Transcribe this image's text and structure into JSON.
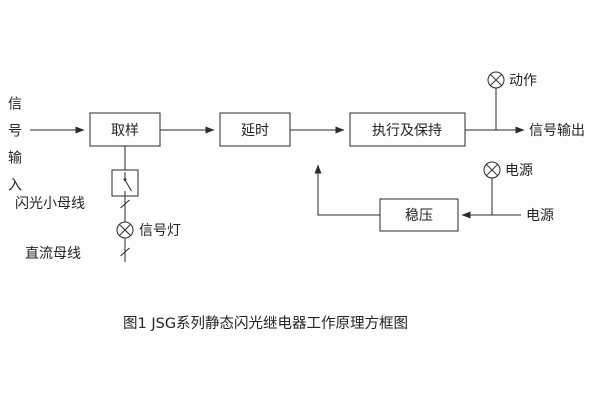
{
  "colors": {
    "background": "#fdfdfd",
    "ink": "#242424"
  },
  "flow": {
    "signal_input": "信号输入",
    "blocks": {
      "sampling": "取样",
      "delay": "延时",
      "execute_hold": "执行及保持",
      "regulator": "稳压"
    },
    "signal_output": "信号输出",
    "power_source": "电源"
  },
  "indicators": {
    "action": "动作",
    "power": "电源",
    "signal_lamp": "信号灯"
  },
  "buses": {
    "flash_small_bus": "闪光小母线",
    "dc_bus": "直流母线"
  },
  "caption": "图1 JSG系列静态闪光继电器工作原理方框图"
}
